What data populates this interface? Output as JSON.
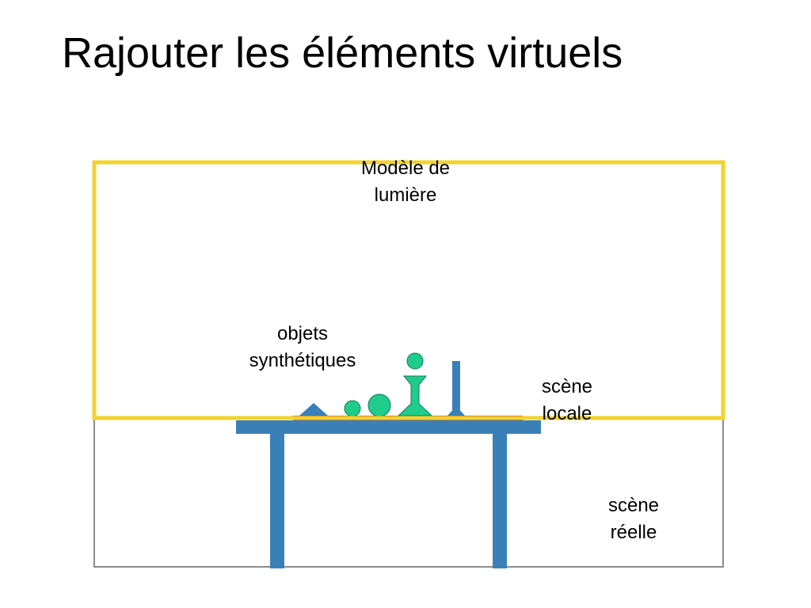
{
  "title": "Rajouter les éléments virtuels",
  "labels": {
    "light_model": {
      "line1": "Modèle de",
      "line2": "lumière"
    },
    "synthetic_objects": {
      "line1": "objets",
      "line2": "synthétiques"
    },
    "local_scene": {
      "line1": "scène",
      "line2": "locale"
    },
    "real_scene": {
      "line1": "scène",
      "line2": "réelle"
    }
  },
  "colors": {
    "light_model_border": "#f2d22e",
    "real_scene_border": "#8c8c8c",
    "table": "#3a80b8",
    "local_scene_surface": "#c0391b",
    "synthetic_objects": "#1fcc8c",
    "blue_objects": "#3a80b8"
  }
}
